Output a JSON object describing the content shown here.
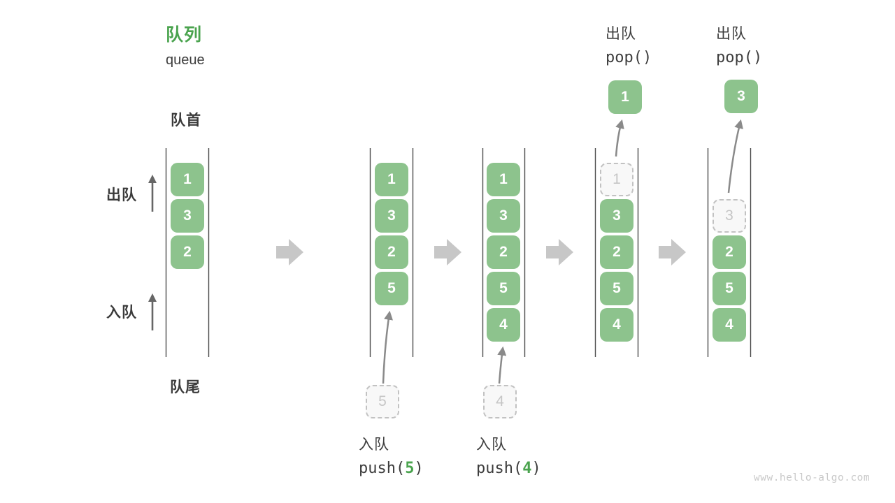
{
  "header": {
    "title_zh": "队列",
    "title_en": "queue"
  },
  "side_labels": {
    "front": "队首",
    "rear": "队尾",
    "dequeue": "出队",
    "enqueue": "入队"
  },
  "queues": {
    "q1": {
      "i1": "1",
      "i2": "3",
      "i3": "2"
    },
    "q2": {
      "i1": "1",
      "i2": "3",
      "i3": "2",
      "i4": "5"
    },
    "q3": {
      "i1": "1",
      "i2": "3",
      "i3": "2",
      "i4": "5",
      "i5": "4"
    },
    "q4": {
      "i1": "1",
      "i2": "3",
      "i3": "2",
      "i4": "5",
      "i5": "4"
    },
    "q5": {
      "i2": "3",
      "i3": "2",
      "i4": "5",
      "i5": "4"
    }
  },
  "ops": {
    "push5": {
      "label": "入队",
      "code_open": "push(",
      "arg": "5",
      "code_close": ")",
      "staged_value": "5"
    },
    "push4": {
      "label": "入队",
      "code_open": "push(",
      "arg": "4",
      "code_close": ")",
      "staged_value": "4"
    },
    "pop1": {
      "label": "出队",
      "code": "pop()",
      "popped_value": "1"
    },
    "pop2": {
      "label": "出队",
      "code": "pop()",
      "popped_value": "3"
    }
  },
  "watermark": "www.hello-algo.com",
  "colors": {
    "box_green": "#8dc38d",
    "accent_green": "#4aa34e",
    "text_dark": "#3d3d3d",
    "dashed_gray": "#c2c2c2",
    "block_arrow_gray": "#c7c7c7",
    "curve_arrow_gray": "#8a8a8a"
  }
}
